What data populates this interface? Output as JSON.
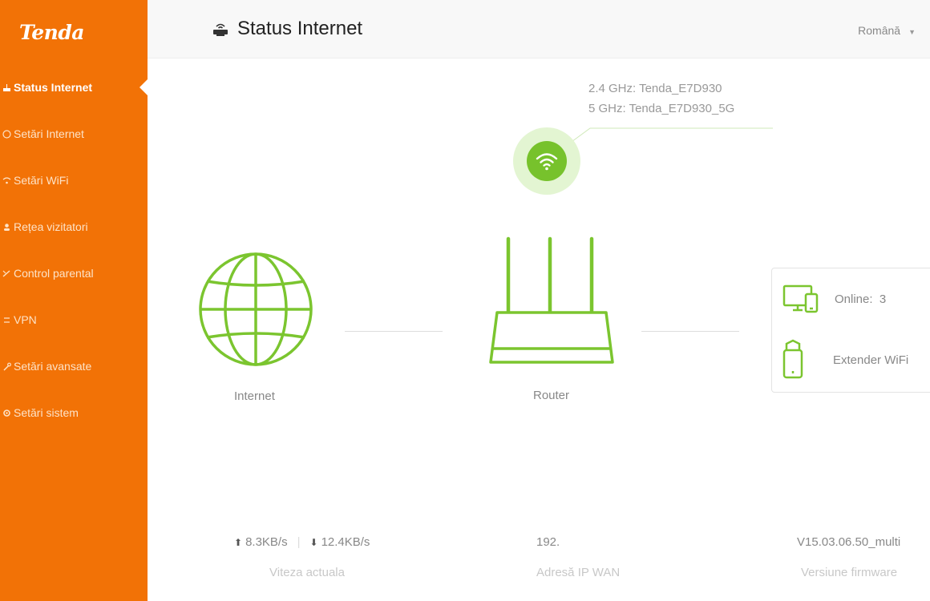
{
  "brand": {
    "logo": "Tenda"
  },
  "sidebar": {
    "items": [
      {
        "label": "Status Internet",
        "icon": "router-icon",
        "active": true
      },
      {
        "label": "Setări Internet",
        "icon": "globe-icon",
        "active": false
      },
      {
        "label": "Setări WiFi",
        "icon": "wifi-icon",
        "active": false
      },
      {
        "label": "Rețea vizitatori",
        "icon": "guest-icon",
        "active": false
      },
      {
        "label": "Control parental",
        "icon": "parental-icon",
        "active": false
      },
      {
        "label": "VPN",
        "icon": "vpn-icon",
        "active": false
      },
      {
        "label": "Setări avansate",
        "icon": "tools-icon",
        "active": false
      },
      {
        "label": "Setări sistem",
        "icon": "system-icon",
        "active": false
      }
    ]
  },
  "header": {
    "title": "Status Internet",
    "language": "Română"
  },
  "wifi": {
    "band_24": "2.4 GHz: Tenda_E7D930",
    "band_5": "5 GHz: Tenda_E7D930_5G"
  },
  "nodes": {
    "internet_label": "Internet",
    "router_label": "Router"
  },
  "devices": {
    "online_label": "Online:",
    "online_count": "3",
    "extender_label": "Extender WiFi"
  },
  "stats": {
    "upload": "8.3KB/s",
    "download": "12.4KB/s",
    "speed_label": "Viteza actuala",
    "wan_ip": "192.",
    "wan_ip_label": "Adresă IP WAN",
    "firmware": "V15.03.06.50_multi",
    "firmware_label": "Versiune firmware"
  },
  "colors": {
    "accent": "#f27206",
    "green": "#77c22c",
    "green_light": "#e3f5d2"
  }
}
